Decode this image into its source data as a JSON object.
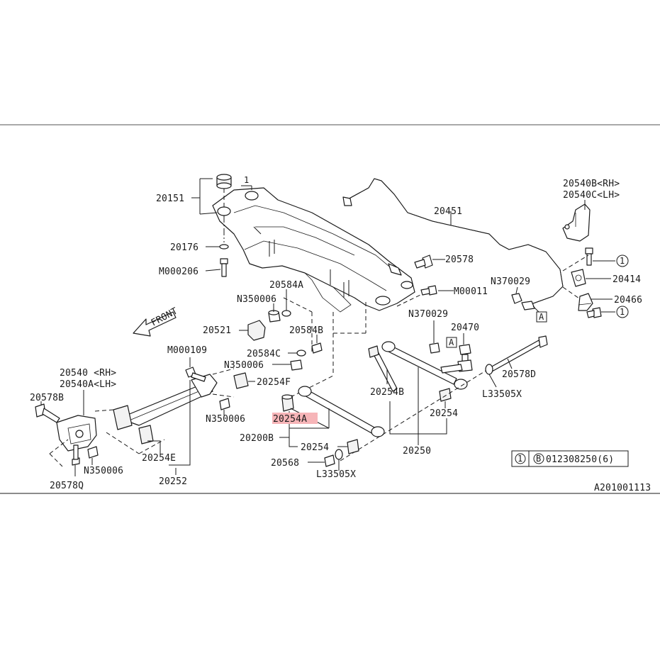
{
  "diagram_id": "A201001113",
  "front_label": "FRONT",
  "callout_circle": "1",
  "legend": {
    "circle": "1",
    "ref_letter": "B",
    "part_no": "012308250(6)"
  },
  "ref_box_letter": "A",
  "parts": {
    "p20151": "20151",
    "p20176": "20176",
    "pM000206": "M000206",
    "p20584A": "20584A",
    "pN350006_top": "N350006",
    "p20521": "20521",
    "p20584B": "20584B",
    "p20584C": "20584C",
    "pN350006_mid": "N350006",
    "pM000109": "M000109",
    "p20254F": "20254F",
    "p20540_rh": "20540 <RH>",
    "p20540A_lh": "20540A<LH>",
    "p20578B": "20578B",
    "pN350006_low": "N350006",
    "pN350006_left": "N350006",
    "p20578Q": "20578Q",
    "p20254E": "20254E",
    "p20252": "20252",
    "p20254A": "20254A",
    "p20200B": "20200B",
    "p20254_low": "20254",
    "p20568": "20568",
    "pL33505X_low": "L33505X",
    "p20451": "20451",
    "p20578": "20578",
    "pM00011": "M00011",
    "pN370029_left": "N370029",
    "pN370029_mid": "N370029",
    "p20470": "20470",
    "p20254B": "20254B",
    "p20254_right": "20254",
    "p20250": "20250",
    "p20578D": "20578D",
    "pL33505X_right": "L33505X",
    "p20540B_rh": "20540B<RH>",
    "p20540C_lh": "20540C<LH>",
    "p20414": "20414",
    "p20466": "20466"
  },
  "highlighted_part": "20254A"
}
